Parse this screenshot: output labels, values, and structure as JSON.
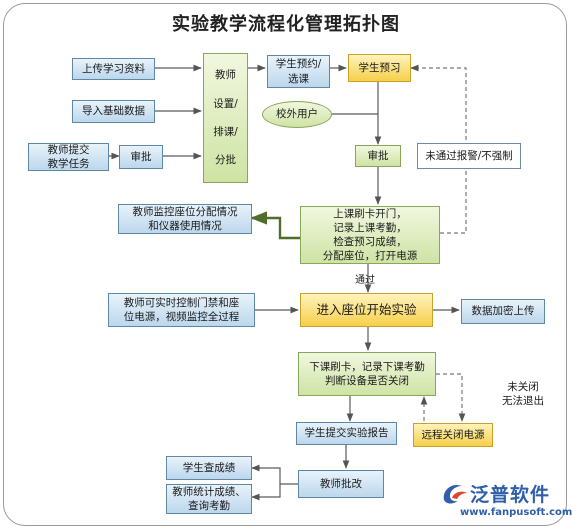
{
  "title": "实验教学流程化管理拓扑图",
  "nodes": {
    "upload": "上传学习资料",
    "import": "导入基础数据",
    "submit_task": "教师提交\n教学任务",
    "approve1": "审批",
    "teacher_setup": "教师\n\n设置/\n\n排课/\n\n分批",
    "reserve_select": "学生预约/\n选课",
    "student_reserve": "学生预习",
    "external_user": "校外用户",
    "approve2": "审批",
    "alarm": "未通过报警/不强制",
    "monitor_seat": "教师监控座位分配情况\n和仪器使用情况",
    "checkin": "上课刷卡开门，\n记录上课考勤，\n检查预习成绩，\n分配座位，打开电源",
    "realtime_control": "教师可实时控制门禁和座\n位电源，视频监控全过程",
    "enter_seat": "进入座位开始实验",
    "encrypt_upload": "数据加密上传",
    "checkout": "下课刷卡，记录下课考勤\n判断设备是否关闭",
    "not_closed": "未关闭\n无法退出",
    "remote_power": "远程关闭电源",
    "submit_report": "学生提交实验报告",
    "teacher_grade": "教师批改",
    "view_score": "学生查成绩",
    "stats": "教师统计成绩、\n查询考勤"
  },
  "labels": {
    "pass": "通过"
  },
  "brand": {
    "name": "泛普软件",
    "url": "www.fanpusoft.com"
  },
  "colors": {
    "blue_fill": "#cfe2f2",
    "green_fill": "#dbeab8",
    "yellow_fill": "#f8d65a",
    "line": "#5a5a5a",
    "brand": "#2f5fa8"
  }
}
